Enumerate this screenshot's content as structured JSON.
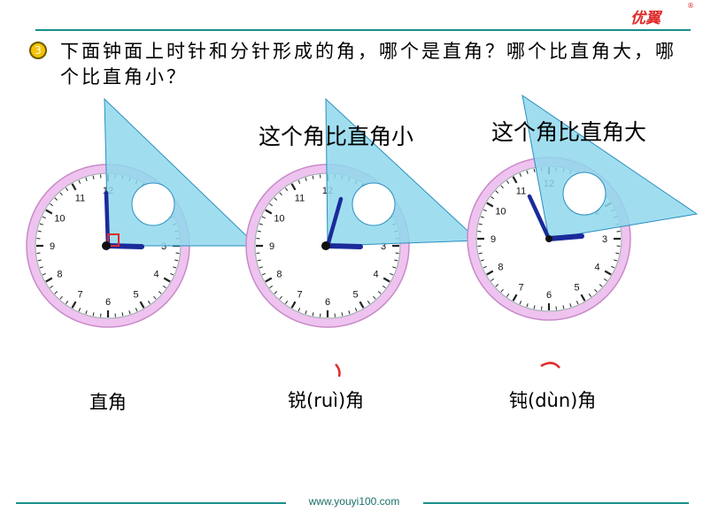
{
  "brand": {
    "logo": "优翼",
    "reg": "®"
  },
  "question": {
    "number": "3",
    "text": "下面钟面上时针和分针形成的角，哪个是直角？哪个比直角大，哪个比直角小？"
  },
  "captions": {
    "middle": "这个角比直角小",
    "right": "这个角比直角大"
  },
  "answers": {
    "left": "直角",
    "middle": "锐(ruì)角",
    "right": "钝(dùn)角"
  },
  "clock_numbers": [
    "12",
    "1",
    "2",
    "3",
    "4",
    "5",
    "6",
    "7",
    "8",
    "9",
    "10",
    "11"
  ],
  "footer": {
    "url": "www.youyi100.com"
  },
  "colors": {
    "rim": "#e8b8e8",
    "face": "#ffffff",
    "triangle": "#8fd8ec",
    "triangle_stroke": "#2a8fc0",
    "hand": "#1a2a9a",
    "accent": "#1a8f8a",
    "mark": "#e02a2a"
  }
}
